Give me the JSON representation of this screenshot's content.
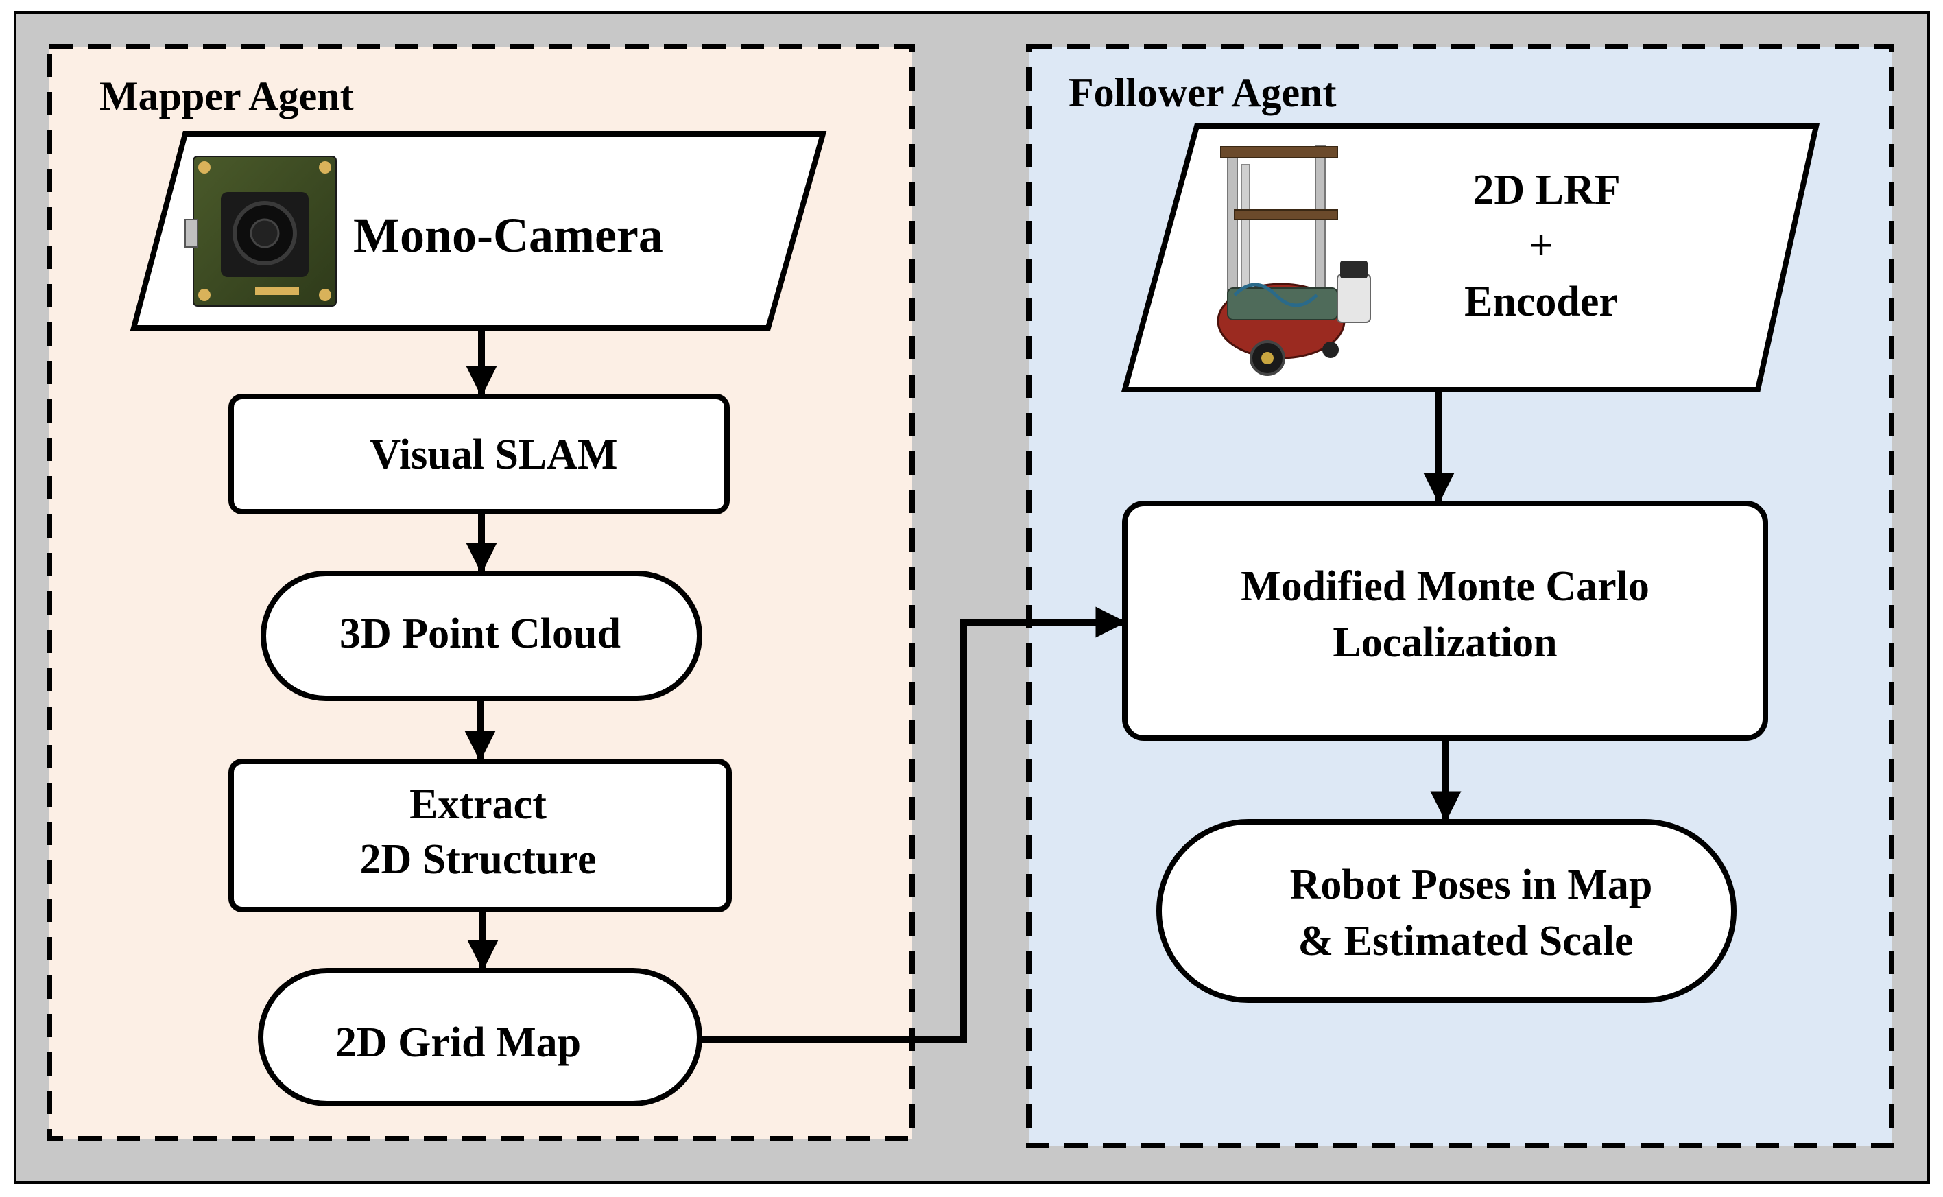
{
  "colors": {
    "background": "#c8c8c8",
    "mapper_panel": "#fcefe5",
    "follower_panel": "#dde8f5",
    "box_fill": "#ffffff",
    "stroke": "#000000"
  },
  "mapper": {
    "title": "Mapper Agent",
    "input": {
      "label": "Mono-Camera",
      "icon": "camera-module-photo"
    },
    "visual_slam": "Visual SLAM",
    "point_cloud": "3D Point Cloud",
    "extract_line1": "Extract",
    "extract_line2": "2D Structure",
    "grid_map": "2D Grid Map"
  },
  "follower": {
    "title": "Follower Agent",
    "input_line1": "2D LRF",
    "input_line2": "+",
    "input_line3": "Encoder",
    "input_icon": "mobile-robot-photo",
    "mcl_line1": "Modified Monte Carlo",
    "mcl_line2": "Localization",
    "output_line1": "Robot Poses in Map",
    "output_line2": "& Estimated Scale"
  }
}
